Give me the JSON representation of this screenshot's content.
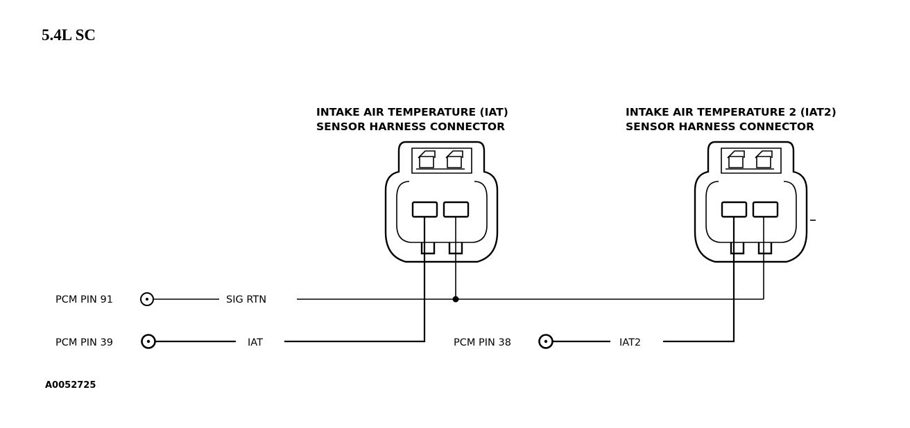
{
  "heading": "5.4L SC",
  "connectors": [
    {
      "title_line1": "INTAKE AIR TEMPERATURE (IAT)",
      "title_line2": "SENSOR HARNESS CONNECTOR"
    },
    {
      "title_line1": "INTAKE AIR TEMPERATURE 2 (IAT2)",
      "title_line2": "SENSOR HARNESS CONNECTOR"
    }
  ],
  "circuits": {
    "sig_rtn": {
      "pin_label": "PCM PIN 91",
      "wire_label": "SIG RTN"
    },
    "iat": {
      "pin_label": "PCM PIN 39",
      "wire_label": "IAT"
    },
    "iat2": {
      "pin_label": "PCM PIN 38",
      "wire_label": "IAT2"
    }
  },
  "figure_id": "A0052725"
}
